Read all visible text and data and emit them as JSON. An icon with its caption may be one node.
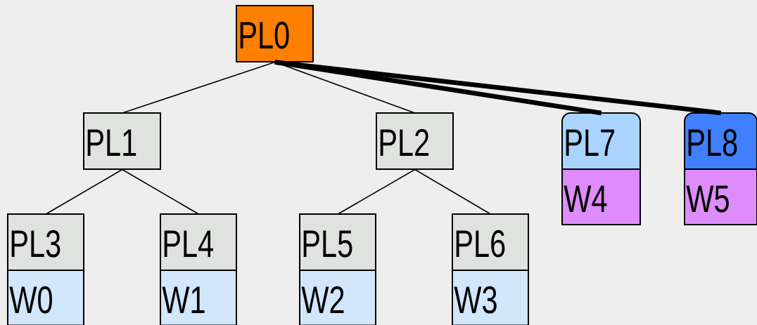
{
  "diagram": {
    "nodes": [
      {
        "text": [
          "PL0"
        ]
      },
      {
        "text": [
          "PL1"
        ]
      },
      {
        "text": [
          "PL2"
        ]
      },
      {
        "text": [
          "PL3",
          "W0"
        ]
      },
      {
        "text": [
          "PL4",
          "W1"
        ]
      },
      {
        "text": [
          "PL5",
          "W2"
        ]
      },
      {
        "text": [
          "PL6",
          "W3"
        ]
      },
      {
        "text": [
          "PL7",
          "W4"
        ]
      },
      {
        "text": [
          "PL8",
          "W5"
        ]
      }
    ],
    "edges": [
      {
        "from": 0,
        "to": 1,
        "arrow": "none"
      },
      {
        "from": 0,
        "to": 2,
        "arrow": "none"
      },
      {
        "from": 1,
        "to": 3,
        "arrow": "none"
      },
      {
        "from": 1,
        "to": 4,
        "arrow": "none"
      },
      {
        "from": 2,
        "to": 5,
        "arrow": "none"
      },
      {
        "from": 2,
        "to": 6,
        "arrow": "none"
      },
      {
        "from": 0,
        "to": 7,
        "arrow": "none",
        "style": "thick"
      },
      {
        "from": 0,
        "to": 8,
        "arrow": "none",
        "style": "thick"
      }
    ]
  }
}
